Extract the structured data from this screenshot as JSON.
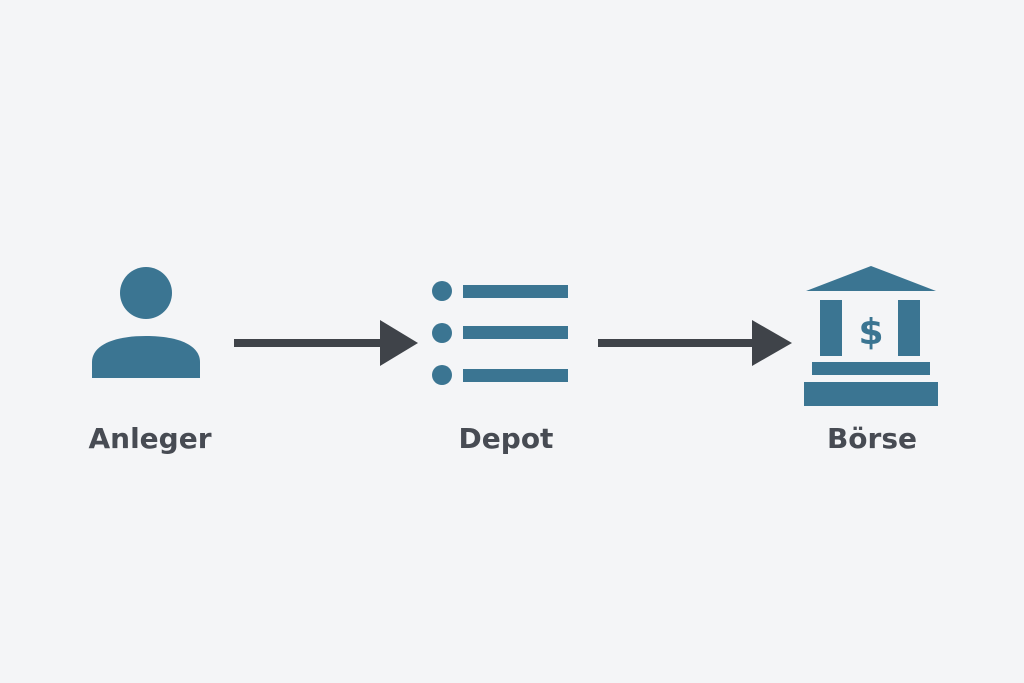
{
  "colors": {
    "icon": "#3b7592",
    "arrow": "#3f4349",
    "label": "#474b53",
    "background": "#f4f5f7"
  },
  "nodes": [
    {
      "label": "Anleger",
      "icon": "person-icon"
    },
    {
      "label": "Depot",
      "icon": "list-icon"
    },
    {
      "label": "Börse",
      "icon": "bank-icon"
    }
  ],
  "bank_symbol": "$"
}
